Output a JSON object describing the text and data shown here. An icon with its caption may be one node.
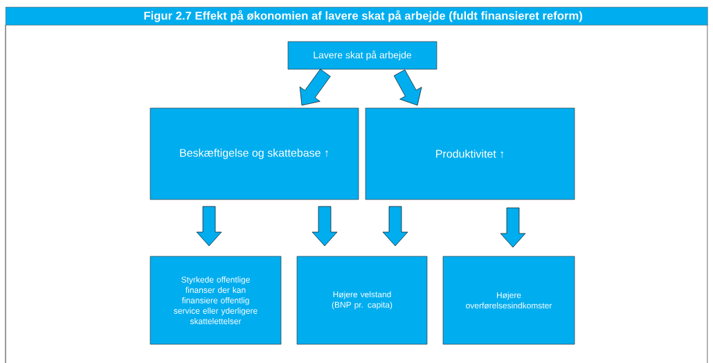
{
  "diagram": {
    "title": "Figur 2.7 Effekt på økonomien af lavere skat på arbejde (fuldt finansieret reform)",
    "nodes": [
      {
        "text": [
          "Lavere skat på arbejde"
        ]
      },
      {
        "text": [
          "Beskæftigelse og skattebase ↑"
        ]
      },
      {
        "text": [
          "Produktivitet ↑"
        ]
      },
      {
        "text": [
          "Styrkede offentlige finanser der kan finansiere offentlig service eller yderligere skattelettelser"
        ]
      },
      {
        "text": [
          "Højere velstand (BNP pr. capita)"
        ]
      },
      {
        "text": [
          "Højere overførelsesindkomster"
        ]
      }
    ],
    "edges": [
      {
        "from": 0,
        "to": 1,
        "arrow": "to"
      },
      {
        "from": 0,
        "to": 2,
        "arrow": "to"
      },
      {
        "from": 1,
        "to": 3,
        "arrow": "to"
      },
      {
        "from": 1,
        "to": 4,
        "arrow": "to"
      },
      {
        "from": 2,
        "to": 4,
        "arrow": "to"
      },
      {
        "from": 2,
        "to": 5,
        "arrow": "to"
      }
    ]
  }
}
